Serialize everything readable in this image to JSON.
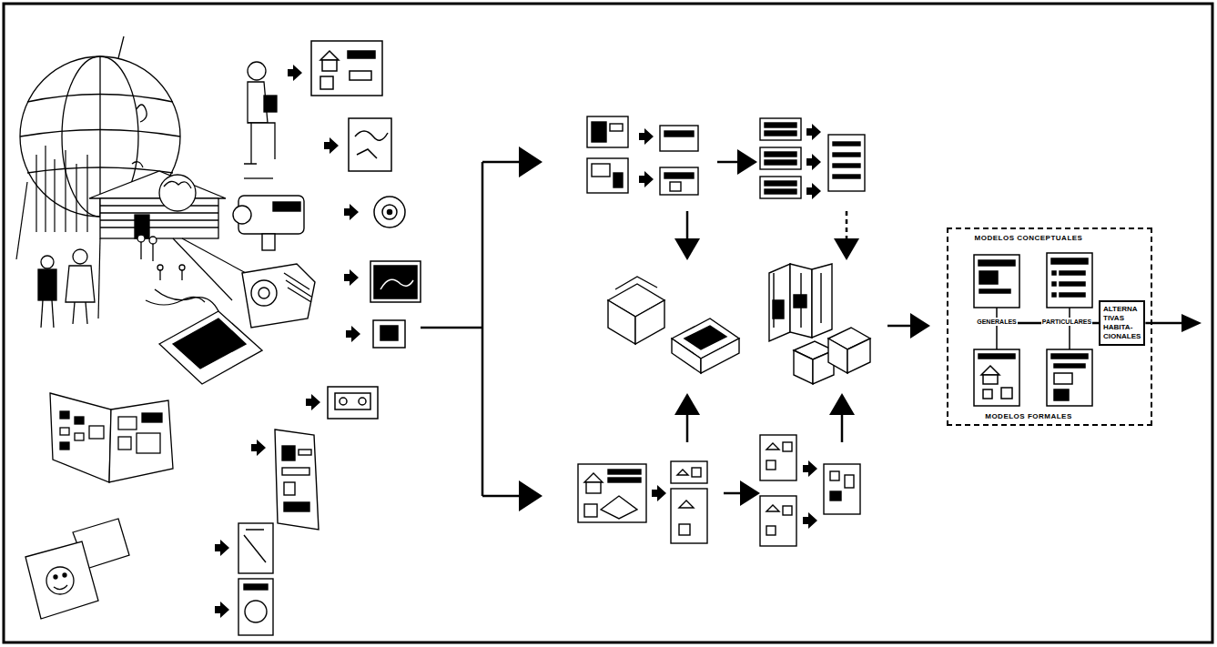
{
  "diagram": {
    "nodes": [
      {
        "text": [
          "MODELOS CONCEPTUALES",
          "MODELOS FORMALES"
        ]
      },
      {
        "text": [
          "ALTERNA TIVAS HABITA- CIONALES"
        ],
        "in": 0
      }
    ],
    "labels": [
      "GENERALES",
      "PARTICULARES"
    ]
  }
}
